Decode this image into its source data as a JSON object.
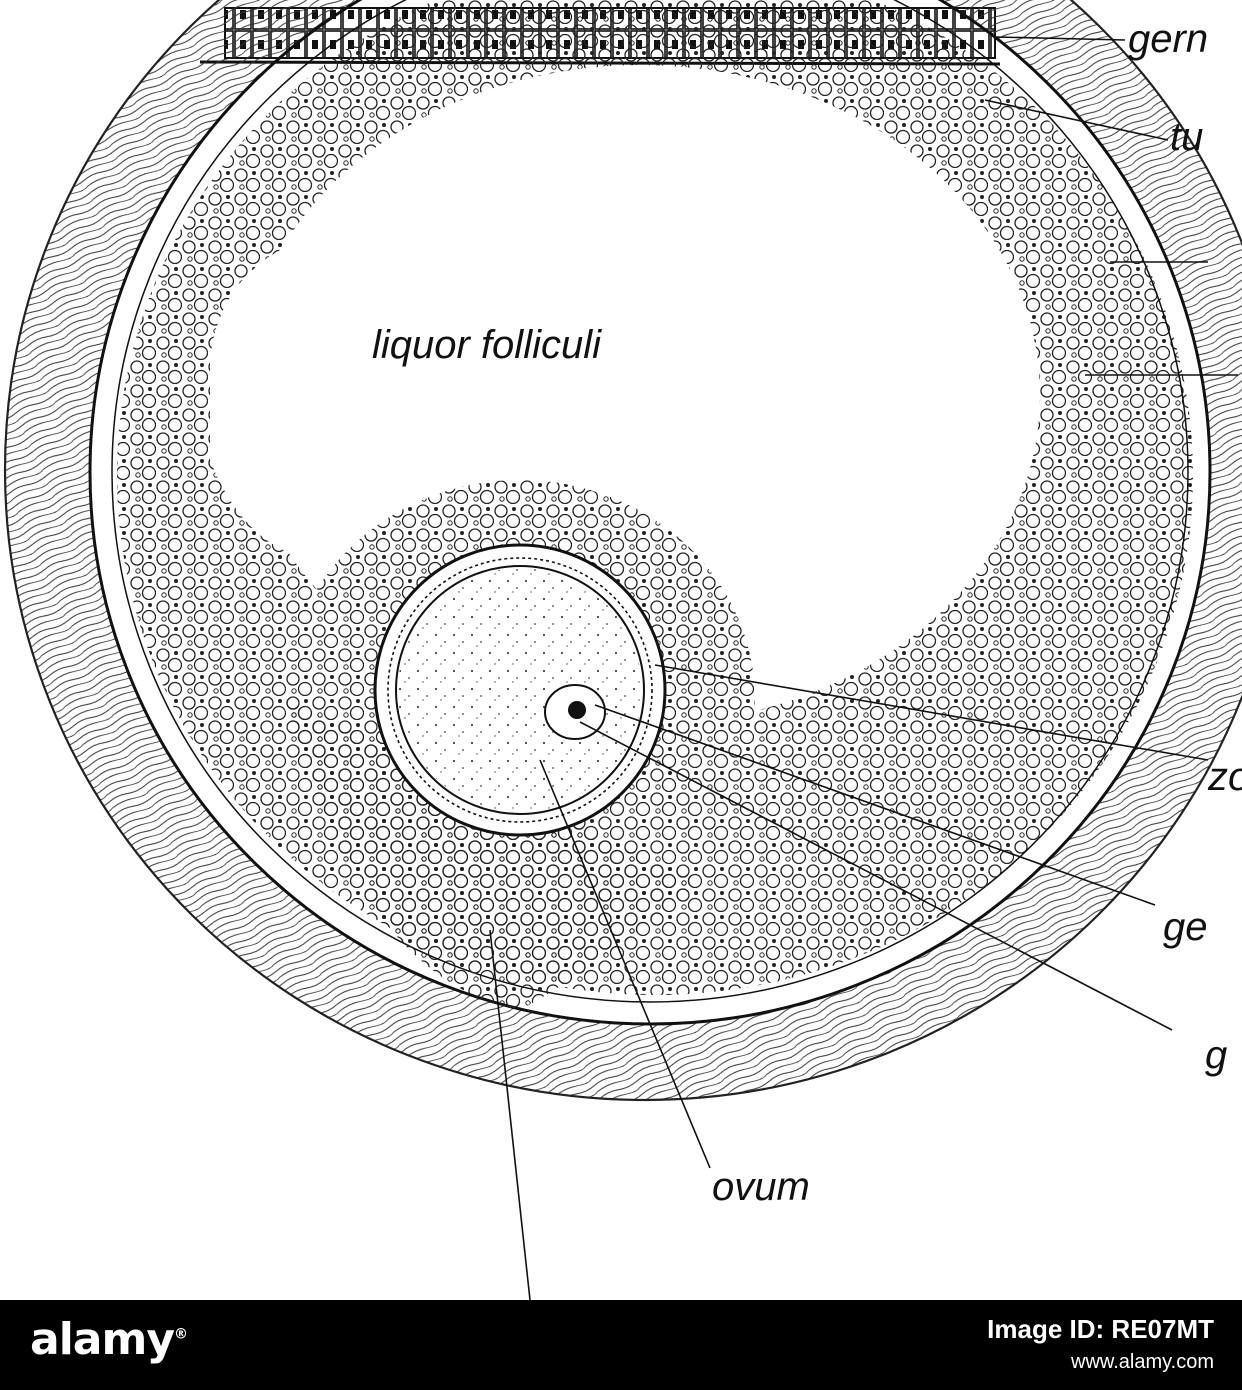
{
  "labels": {
    "liquor": "liquor folliculi",
    "germ": "gern",
    "tu": "tu",
    "zo": "zo",
    "ge": "ge",
    "g": "g",
    "ovum": "ovum"
  },
  "watermark": {
    "brand": "alamy",
    "image_id": "Image ID: RE07MT",
    "site": "www.alamy.com"
  }
}
